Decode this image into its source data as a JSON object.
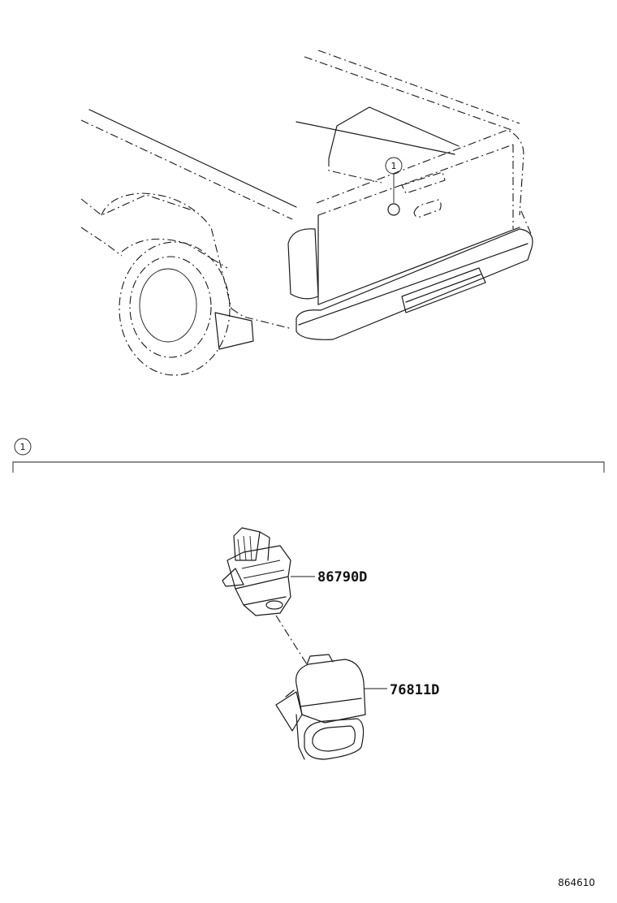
{
  "callouts": {
    "vehicle_marker": "1",
    "section_marker": "1"
  },
  "parts": [
    {
      "number": "86790D"
    },
    {
      "number": "76811D"
    }
  ],
  "diagram_code": "864610"
}
